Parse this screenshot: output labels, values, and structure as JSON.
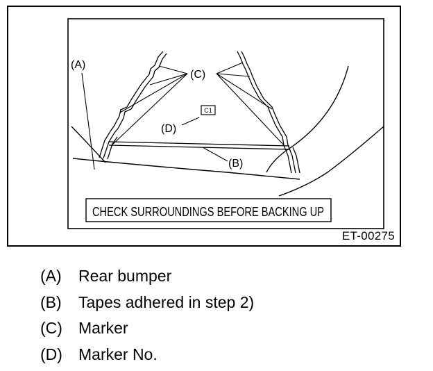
{
  "figure": {
    "labels": {
      "a": "(A)",
      "b": "(B)",
      "c": "(C)",
      "d": "(D)",
      "marker_tag": "C1"
    },
    "screen_banner": "CHECK SURROUNDINGS BEFORE BACKING UP",
    "figure_id": "ET-00275"
  },
  "legend": [
    {
      "key": "(A)",
      "text": "Rear bumper"
    },
    {
      "key": "(B)",
      "text": "Tapes adhered in step 2)"
    },
    {
      "key": "(C)",
      "text": "Marker"
    },
    {
      "key": "(D)",
      "text": "Marker No."
    }
  ]
}
